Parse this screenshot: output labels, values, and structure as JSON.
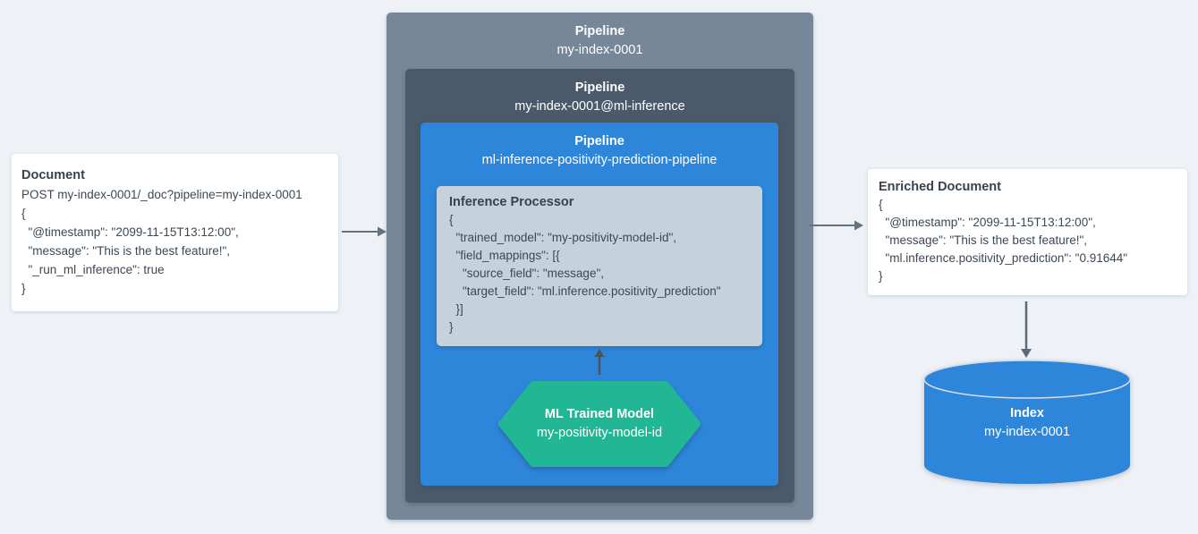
{
  "colors": {
    "background": "#eef2f7",
    "outer_pipeline_box": "#76879a",
    "ml_inference_pipeline_box": "#4a5a6a",
    "positivity_pipeline_box": "#2e86db",
    "inference_processor_box": "#c5d1db",
    "trained_model_hexagon": "#21b795",
    "index_cylinder": "#2e86db",
    "arrow_gray": "#66737f",
    "arrow_dark": "#4b535b",
    "text_dark": "#3a4550",
    "text_light": "#ffffff"
  },
  "document_card": {
    "title": "Document",
    "code": [
      "POST my-index-0001/_doc?pipeline=my-index-0001",
      "{",
      "  \"@timestamp\": \"2099-11-15T13:12:00\",",
      "  \"message\": \"This is the best feature!\",",
      "  \"_run_ml_inference\": true",
      "}"
    ]
  },
  "outer_pipeline": {
    "label": "Pipeline",
    "name": "my-index-0001"
  },
  "ml_inference_pipeline": {
    "label": "Pipeline",
    "name": "my-index-0001@ml-inference"
  },
  "positivity_pipeline": {
    "label": "Pipeline",
    "name": "ml-inference-positivity-prediction-pipeline"
  },
  "inference_processor": {
    "title": "Inference Processor",
    "code": [
      "{",
      "  \"trained_model\": \"my-positivity-model-id\",",
      "  \"field_mappings\": [{",
      "    \"source_field\": \"message\",",
      "    \"target_field\": \"ml.inference.positivity_prediction\"",
      "  }]",
      "}"
    ]
  },
  "ml_trained_model": {
    "label": "ML Trained Model",
    "name": "my-positivity-model-id"
  },
  "enriched_document_card": {
    "title": "Enriched Document",
    "code": [
      "{",
      "  \"@timestamp\": \"2099-11-15T13:12:00\",",
      "  \"message\": \"This is the best feature!\",",
      "  \"ml.inference.positivity_prediction\": \"0.91644\"",
      "}"
    ]
  },
  "index_store": {
    "label": "Index",
    "name": "my-index-0001"
  }
}
